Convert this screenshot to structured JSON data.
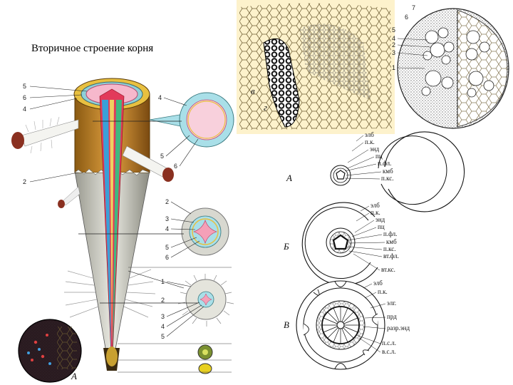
{
  "title": "Вторичное строение корня",
  "left_figure": {
    "top_labels": [
      "5",
      "6",
      "4"
    ],
    "bubble1_labels": [
      "4",
      "5",
      "6"
    ],
    "side_label": "2",
    "section2_labels": [
      "2",
      "3",
      "4",
      "5",
      "6"
    ],
    "section3_labels": [
      "1",
      "2",
      "3",
      "4",
      "5"
    ],
    "letter": "A"
  },
  "top_micrograph": {
    "letters": [
      "в",
      "г"
    ]
  },
  "top_right_section": {
    "labels": [
      "7",
      "6",
      "5",
      "4",
      "2",
      "3",
      "1"
    ]
  },
  "right_diagrams": {
    "A": {
      "letter": "А",
      "labels": [
        "элб",
        "п.к.",
        "энд",
        "пц",
        "п.фл.",
        "кмб",
        "п.кс."
      ]
    },
    "B": {
      "letter": "Б",
      "labels": [
        "элб",
        "п.к.",
        "энд",
        "пц",
        "п.фл.",
        "кмб",
        "п.кс.",
        "вт.фл.",
        "вт.кс."
      ]
    },
    "C": {
      "letter": "В",
      "labels": [
        "элб",
        "п.к.",
        "элг.",
        "прд",
        "разр.энд",
        "п.с.л.",
        "в.с.л."
      ]
    }
  }
}
